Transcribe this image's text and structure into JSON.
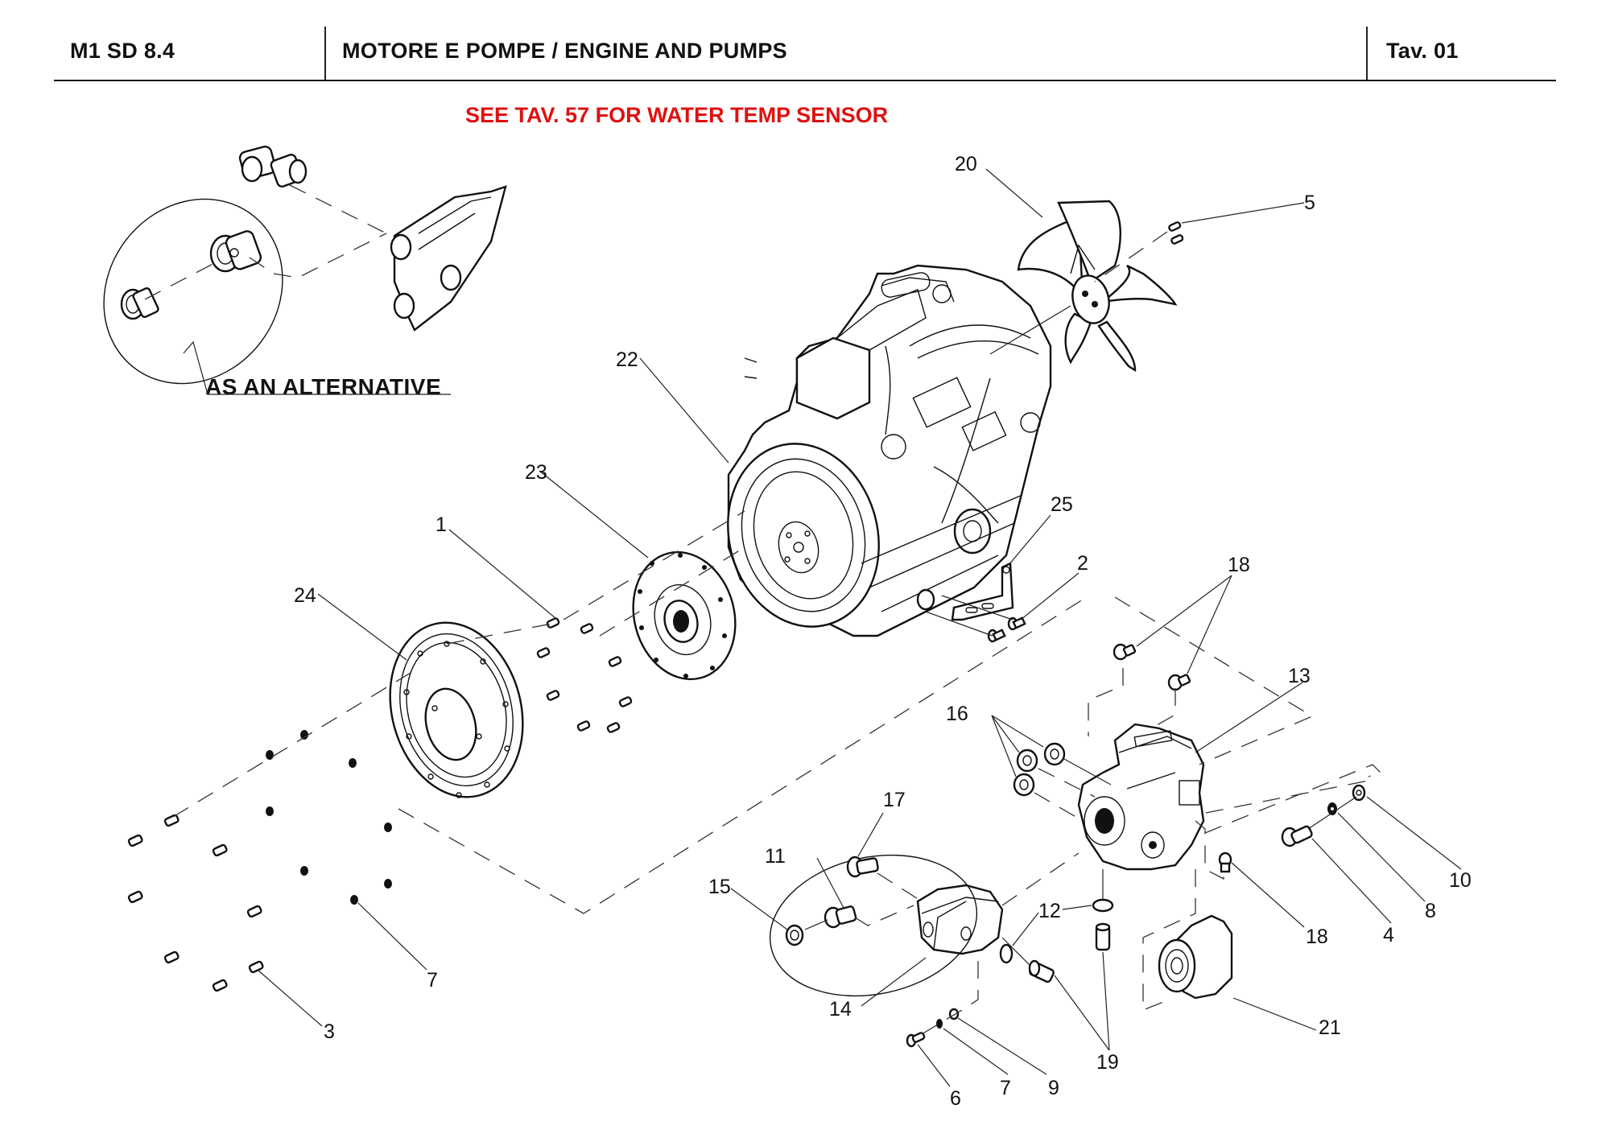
{
  "header": {
    "model_code": "M1 SD 8.4",
    "title": "MOTORE E POMPE / ENGINE AND PUMPS",
    "table_ref": "Tav. 01"
  },
  "note": {
    "text": "SEE TAV. 57 FOR WATER TEMP SENSOR",
    "color": "#e01010"
  },
  "alternative_label": "AS AN ALTERNATIVE",
  "callouts": [
    {
      "id": "c1",
      "label": "1"
    },
    {
      "id": "c2",
      "label": "2"
    },
    {
      "id": "c3",
      "label": "3"
    },
    {
      "id": "c4",
      "label": "4"
    },
    {
      "id": "c5",
      "label": "5"
    },
    {
      "id": "c6",
      "label": "6"
    },
    {
      "id": "c7a",
      "label": "7"
    },
    {
      "id": "c7b",
      "label": "7"
    },
    {
      "id": "c8",
      "label": "8"
    },
    {
      "id": "c9",
      "label": "9"
    },
    {
      "id": "c10",
      "label": "10"
    },
    {
      "id": "c11",
      "label": "11"
    },
    {
      "id": "c12",
      "label": "12"
    },
    {
      "id": "c13",
      "label": "13"
    },
    {
      "id": "c14",
      "label": "14"
    },
    {
      "id": "c15",
      "label": "15"
    },
    {
      "id": "c16",
      "label": "16"
    },
    {
      "id": "c17",
      "label": "17"
    },
    {
      "id": "c18a",
      "label": "18"
    },
    {
      "id": "c18b",
      "label": "18"
    },
    {
      "id": "c19",
      "label": "19"
    },
    {
      "id": "c20",
      "label": "20"
    },
    {
      "id": "c21",
      "label": "21"
    },
    {
      "id": "c22",
      "label": "22"
    },
    {
      "id": "c23",
      "label": "23"
    },
    {
      "id": "c24",
      "label": "24"
    },
    {
      "id": "c25",
      "label": "25"
    }
  ],
  "parts": {
    "engine": "engine",
    "fan": "cooling-fan",
    "flywheel_adapter": "flywheel-adapter-plate",
    "coupling_disc": "coupling-disc",
    "hydrostatic_pump": "hydrostatic-pump",
    "gear_pump": "gear-pump",
    "oil_filter": "oil-filter",
    "bracket": "engine-bracket",
    "alt_fittings": "alternative-fittings"
  }
}
